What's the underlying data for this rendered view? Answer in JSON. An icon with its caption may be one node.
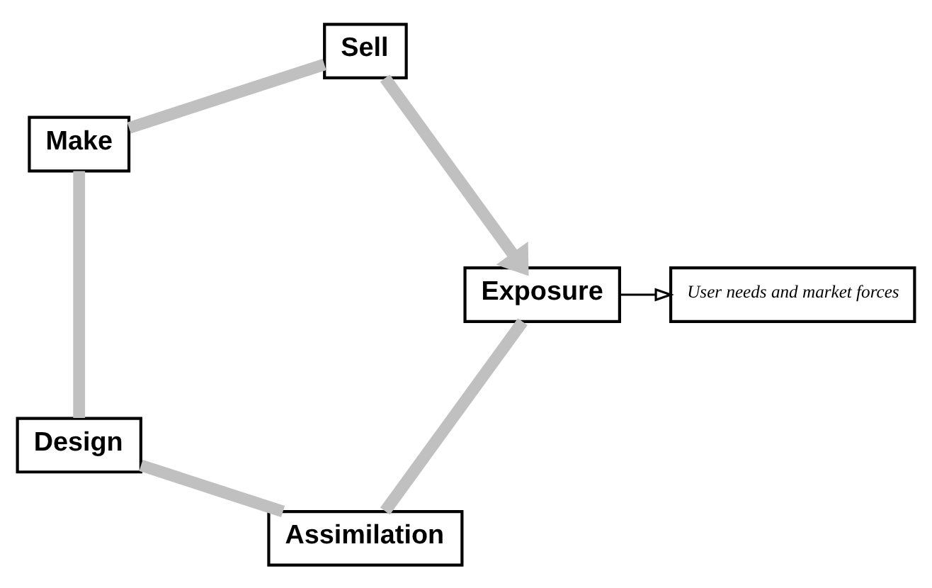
{
  "diagram": {
    "nodes": [
      {
        "text": [
          "Exposure"
        ]
      },
      {
        "text": [
          "User needs and market forces"
        ]
      },
      {
        "text": [
          "Assimilation"
        ]
      },
      {
        "text": [
          "Design"
        ]
      },
      {
        "text": [
          "Make"
        ]
      },
      {
        "text": [
          "Sell"
        ]
      }
    ],
    "edges": [
      {
        "from": 0,
        "to": 1,
        "arrow": "to",
        "color": "#000000"
      },
      {
        "from": 0,
        "to": 2,
        "arrow": "none"
      },
      {
        "from": 2,
        "to": 3,
        "arrow": "none"
      },
      {
        "from": 3,
        "to": 4,
        "arrow": "none"
      },
      {
        "from": 4,
        "to": 5,
        "arrow": "none"
      },
      {
        "from": 5,
        "to": 0,
        "arrow": "to"
      }
    ]
  }
}
